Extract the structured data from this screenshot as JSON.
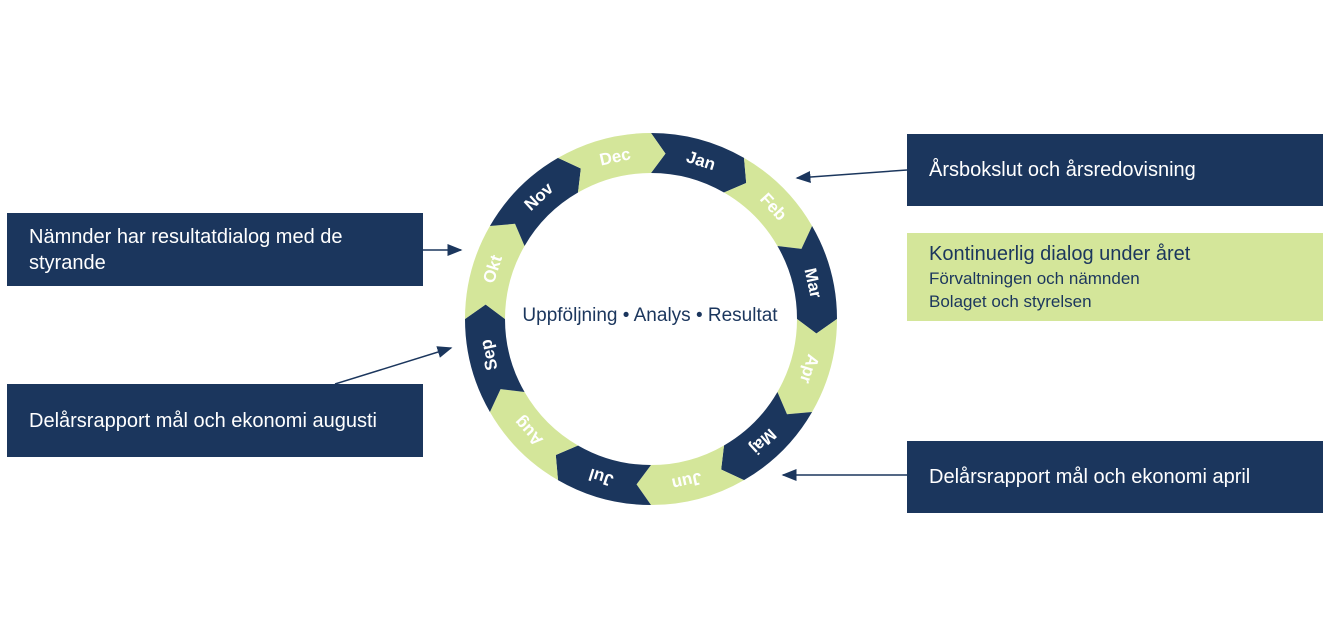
{
  "cycle": {
    "center_text": "Uppföljning • Analys • Resultat",
    "months": [
      {
        "label": "Jan",
        "style": "dark"
      },
      {
        "label": "Feb",
        "style": "light"
      },
      {
        "label": "Mar",
        "style": "dark"
      },
      {
        "label": "Apr",
        "style": "light"
      },
      {
        "label": "Maj",
        "style": "dark"
      },
      {
        "label": "Jun",
        "style": "light"
      },
      {
        "label": "Jul",
        "style": "dark"
      },
      {
        "label": "Aug",
        "style": "light"
      },
      {
        "label": "Sep",
        "style": "dark"
      },
      {
        "label": "Okt",
        "style": "light"
      },
      {
        "label": "Nov",
        "style": "dark"
      },
      {
        "label": "Dec",
        "style": "light"
      }
    ],
    "colors": {
      "dark": "#1b365d",
      "light": "#d4e69a"
    }
  },
  "boxes": {
    "left_top": "Nämnder har resultatdialog med de styrande",
    "left_bottom": "Delårsrapport mål och ekonomi augusti",
    "right_top": "Årsbokslut och årsredovisning",
    "right_mid": {
      "title": "Kontinuerlig dialog under året",
      "line1": "Förvaltningen och nämnden",
      "line2": "Bolaget och styrelsen"
    },
    "right_bottom": "Delårsrapport mål och ekonomi april"
  }
}
